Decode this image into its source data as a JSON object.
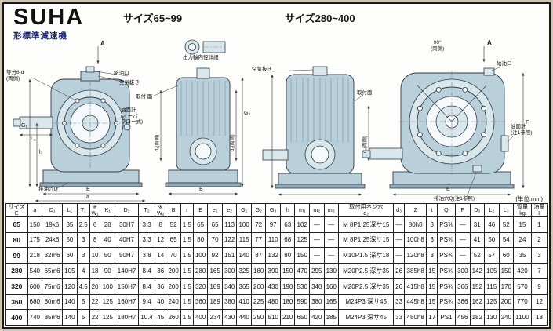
{
  "header": {
    "brand": "SUHA",
    "brand_sub": "形標準減速機",
    "size_small": "サイズ65~99",
    "size_large": "サイズ280~400"
  },
  "drawings": {
    "unit_note": "(単位:mm)",
    "labels": {
      "section_a_left": "A",
      "equal_6d": "等分6-d\n(両側)",
      "oil_inlet_small": "給油口",
      "air_vent_small": "空気抜き",
      "output_bore_detail": "出力軸内径詳細",
      "mount_face_small": "取付 面",
      "oil_gauge_small": "油面計\n(オーバ\nフロー式)",
      "drain_small": "排油穴Q",
      "air_vent_large": "空気抜き",
      "mount_face_large": "取付面",
      "oil_inlet_large": "給油口",
      "angle_90": "90°\n(両側)",
      "section_a_right": "A",
      "oil_gauge_large": "油面計\n(注1参照)",
      "drain_large": "排油穴Q(注1参照)",
      "dim_g1": "G₁",
      "dim_h": "h",
      "dim_e": "E",
      "dim_a": "a",
      "dim_l1": "L₁",
      "dim_b": "B",
      "dim_g3": "G₃",
      "dim_d1": "d₁(両側)",
      "dim_d2": "d₂(両側)",
      "dim_d3": "d₃(両側)",
      "dim_f": "F",
      "dim_e_large": "E"
    }
  },
  "table": {
    "columns": [
      "サイズ\nE",
      "a",
      "D₁",
      "L₁",
      "T₁",
      "※\nW₁",
      "K₁",
      "D₂",
      "T₂",
      "※\nW₂",
      "B",
      "r",
      "E",
      "e₁",
      "e₂",
      "G₁",
      "G₂",
      "G₃",
      "h",
      "m₁",
      "m₂",
      "m₃",
      "取付用ネジ穴\nd₂",
      "d₃",
      "Z",
      "t",
      "Q",
      "F",
      "D₃",
      "L₂",
      "L₃",
      "質量\nkg",
      "油量\nℓ"
    ],
    "rows": [
      [
        "65",
        "150",
        "19k6",
        "35",
        "2.5",
        "6",
        "28",
        "30H7",
        "3.3",
        "8",
        "52",
        "1.5",
        "65",
        "65",
        "113",
        "100",
        "72",
        "97",
        "63",
        "102",
        "—",
        "—",
        "M 8P1.25深サ15",
        "—",
        "80h8",
        "3",
        "PS⅜",
        "—",
        "31",
        "46",
        "52",
        "15",
        "1"
      ],
      [
        "80",
        "175",
        "24k6",
        "50",
        "3",
        "8",
        "40",
        "40H7",
        "3.3",
        "12",
        "65",
        "1.5",
        "80",
        "70",
        "122",
        "115",
        "77",
        "110",
        "68",
        "125",
        "—",
        "—",
        "M 8P1.25深サ15",
        "—",
        "100h8",
        "3",
        "PS⅜",
        "—",
        "41",
        "50",
        "54",
        "24",
        "2"
      ],
      [
        "99",
        "218",
        "32m6",
        "60",
        "3",
        "10",
        "50",
        "50H7",
        "3.8",
        "14",
        "70",
        "1.5",
        "100",
        "92",
        "151",
        "140",
        "87",
        "132",
        "80",
        "150",
        "—",
        "—",
        "M10P1.5 深サ18",
        "—",
        "120h8",
        "3",
        "PS⅜",
        "—",
        "52",
        "57",
        "60",
        "35",
        "3"
      ],
      [
        "280",
        "540",
        "65m6",
        "105",
        "4",
        "18",
        "90",
        "140H7",
        "8.4",
        "36",
        "200",
        "1.5",
        "280",
        "165",
        "300",
        "325",
        "180",
        "390",
        "150",
        "470",
        "295",
        "130",
        "M20P2.5 深サ35",
        "26",
        "385h8",
        "15",
        "PS¾",
        "300",
        "142",
        "105",
        "150",
        "420",
        "7"
      ],
      [
        "320",
        "600",
        "75m6",
        "120",
        "4.5",
        "20",
        "100",
        "150H7",
        "8.4",
        "36",
        "200",
        "1.5",
        "320",
        "189",
        "340",
        "365",
        "200",
        "430",
        "190",
        "530",
        "340",
        "160",
        "M20P2.5 深サ35",
        "26",
        "415h8",
        "15",
        "PS¾",
        "366",
        "152",
        "115",
        "170",
        "570",
        "9"
      ],
      [
        "360",
        "680",
        "80m6",
        "140",
        "5",
        "22",
        "125",
        "160H7",
        "9.4",
        "40",
        "240",
        "1.5",
        "360",
        "189",
        "380",
        "410",
        "225",
        "480",
        "180",
        "590",
        "380",
        "165",
        "M24P3 深サ45",
        "33",
        "445h8",
        "15",
        "PS¾",
        "366",
        "162",
        "125",
        "200",
        "770",
        "12"
      ],
      [
        "400",
        "740",
        "85m6",
        "140",
        "5",
        "22",
        "125",
        "180H7",
        "10.4",
        "45",
        "260",
        "1.5",
        "400",
        "234",
        "430",
        "440",
        "250",
        "510",
        "210",
        "650",
        "420",
        "185",
        "M24P3 深サ45",
        "33",
        "480h8",
        "17",
        "PS1",
        "456",
        "182",
        "130",
        "240",
        "1100",
        "18"
      ]
    ]
  }
}
